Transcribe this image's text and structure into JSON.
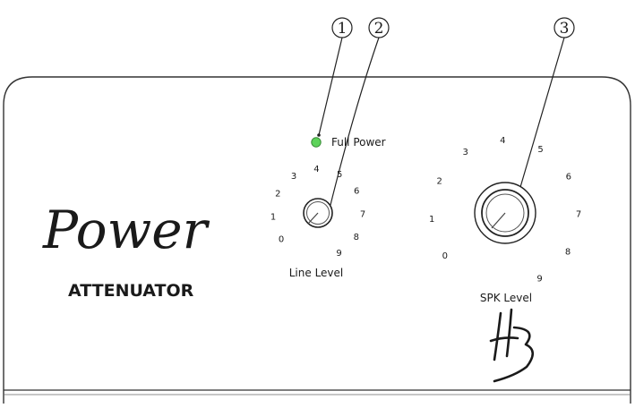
{
  "callouts": [
    "1",
    "2",
    "3"
  ],
  "indicator": {
    "label": "Full Power",
    "led_color": "#5dd35a"
  },
  "brand": {
    "title": "Power",
    "subtitle": "ATTENUATOR",
    "logo_text": "HB"
  },
  "line_knob": {
    "label": "Line Level",
    "scale": [
      "0",
      "1",
      "2",
      "3",
      "4",
      "5",
      "6",
      "7",
      "8",
      "9"
    ]
  },
  "spk_knob": {
    "label": "SPK Level",
    "scale": [
      "0",
      "1",
      "2",
      "3",
      "4",
      "5",
      "6",
      "7",
      "8",
      "9"
    ]
  }
}
